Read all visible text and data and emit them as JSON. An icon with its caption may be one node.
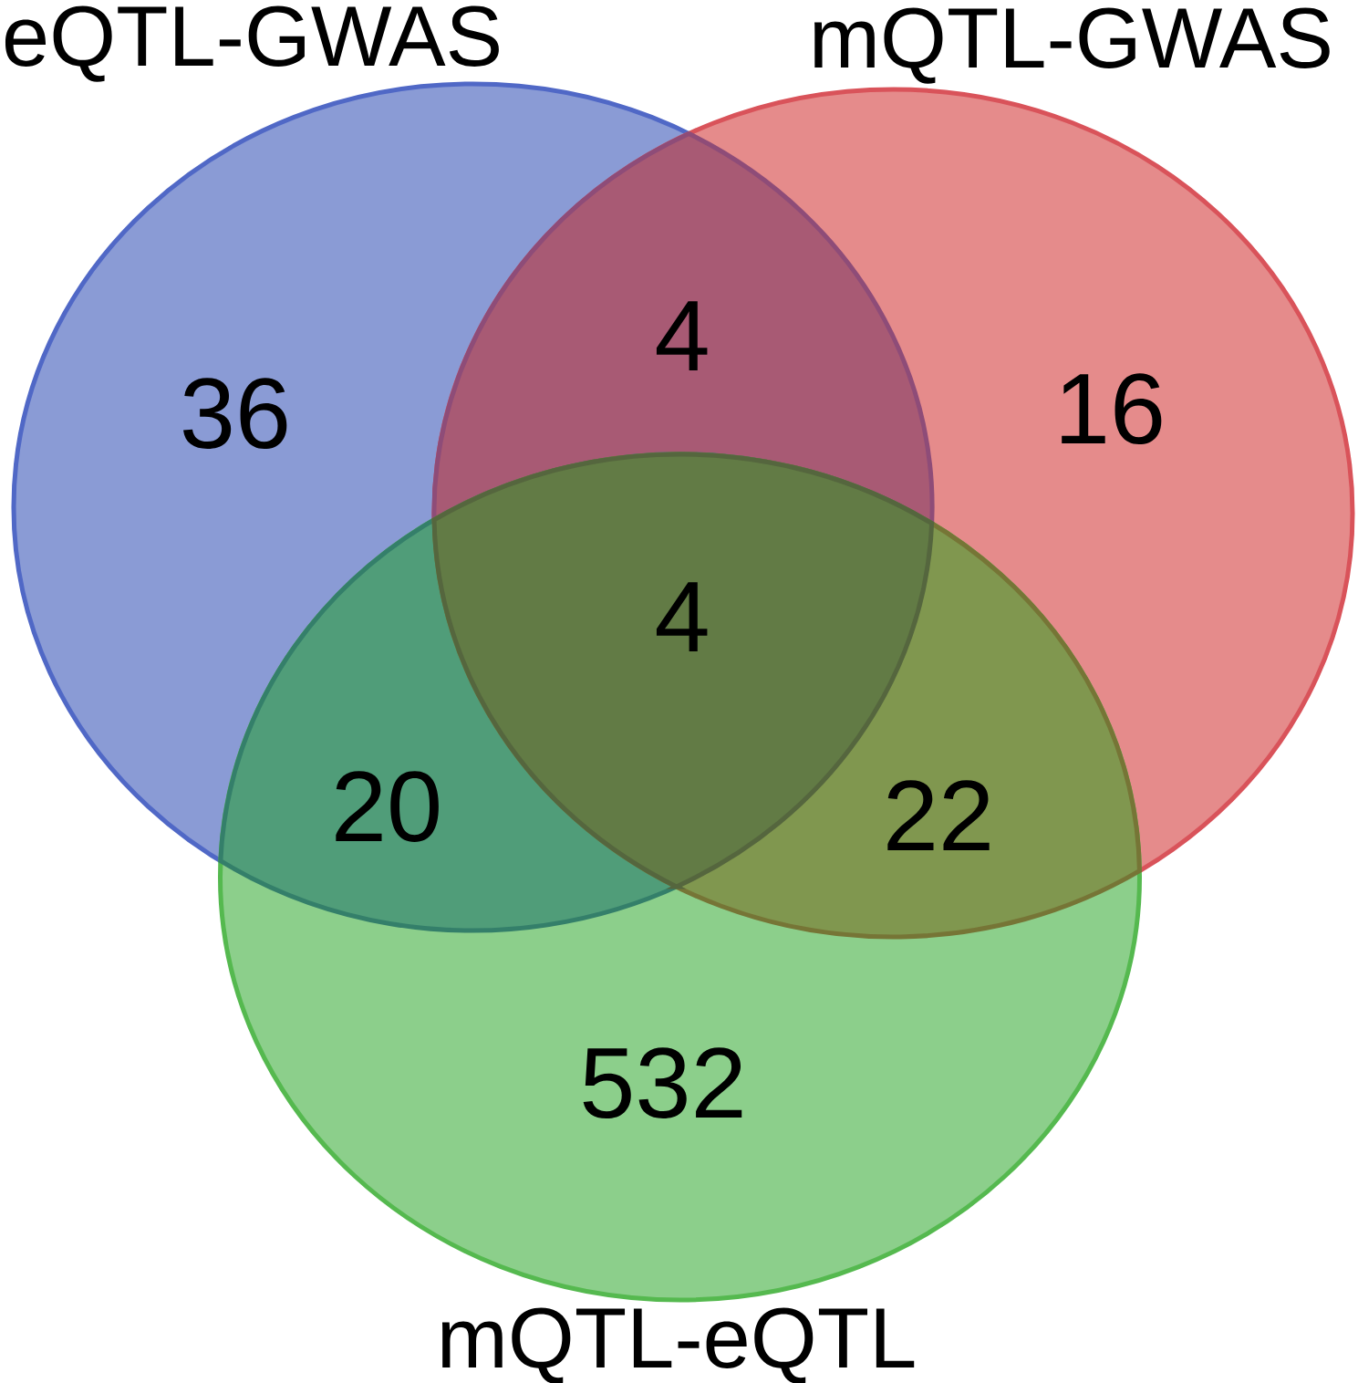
{
  "diagram": {
    "nodes": [
      {
        "text": [
          "eQTL-GWAS",
          "36"
        ]
      },
      {
        "text": [
          "mQTL-GWAS",
          "16"
        ]
      },
      {
        "text": [
          "532",
          "mQTL-eQTL"
        ]
      }
    ],
    "labels": [
      "4",
      "4",
      "20",
      "22"
    ]
  }
}
